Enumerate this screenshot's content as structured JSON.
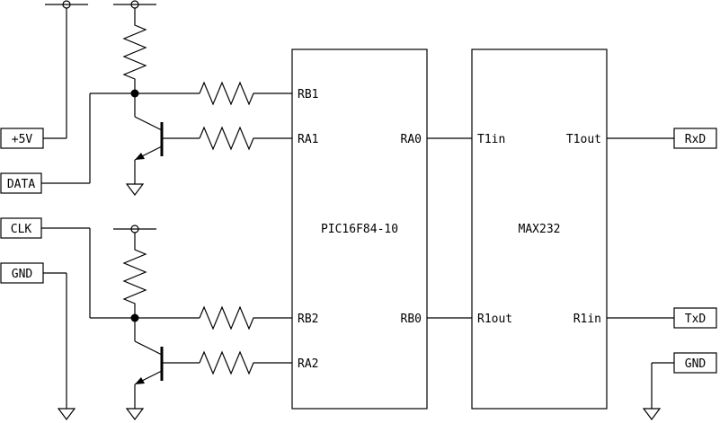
{
  "ports": {
    "vplus": "+5V",
    "data": "DATA",
    "clk": "CLK",
    "gnd_left": "GND",
    "rxd": "RxD",
    "txd": "TxD",
    "gnd_right": "GND"
  },
  "pic": {
    "name": "PIC16F84-10",
    "pins": {
      "rb1": "RB1",
      "ra1": "RA1",
      "rb2": "RB2",
      "ra2": "RA2",
      "ra0": "RA0",
      "rb0": "RB0"
    }
  },
  "max232": {
    "name": "MAX232",
    "pins": {
      "t1in": "T1in",
      "t1out": "T1out",
      "r1out": "R1out",
      "r1in": "R1in"
    }
  }
}
